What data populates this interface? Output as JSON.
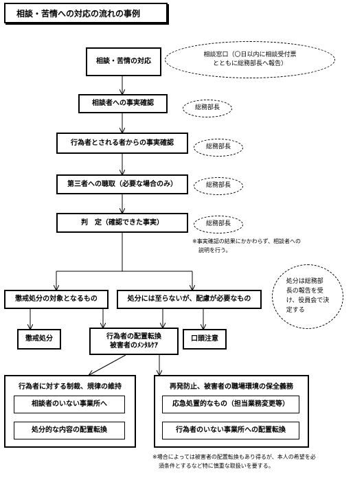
{
  "title": "相談・苦情への対応の流れの事例",
  "steps": {
    "s1": "相談・苦情の対応",
    "s2": "相談者への事実確認",
    "s3": "行為者とされる者からの事実確認",
    "s4": "第三者への聴取（必要な場合のみ）",
    "s5": "判　定（確認できた事実）"
  },
  "ovals": {
    "o1_line1": "相談窓口（〇日以内に相談受付票",
    "o1_line2": "とともに総務部長へ報告）",
    "o2": "総務部長",
    "o3": "総務部長",
    "o4": "総務部長",
    "o5": "総務部長",
    "o6_line1": "処分は総務部",
    "o6_line2": "長の報告を受",
    "o6_line3": "け、役員会で決",
    "o6_line4": "定する"
  },
  "notes": {
    "judge_line1": "※事実確認の結果にかかわらず、相談者への",
    "judge_line2": "説明を行う。",
    "footer_line1": "※場合によっては被害者の配置転換もあり得るが、本人の希望を必",
    "footer_line2": "須条件とするなど特に慎重な取扱いを要する。"
  },
  "branches": {
    "disciplinary": "懲戒処分の対象となるもの",
    "non_disciplinary": "処分には至らないが、配慮が必要なもの"
  },
  "outcomes": {
    "disciplinary_action": "懲戒処分",
    "transfer_line1": "行為者の配置転換",
    "transfer_line2": "被害者のﾒﾝﾀﾙｹｱ",
    "verbal_warning": "口頭注意"
  },
  "left_group": {
    "title": "行為者に対する制裁、規律の維持",
    "item1": "相談者のいない事業所へ",
    "item2": "処分的な内容の配置転換"
  },
  "right_group": {
    "title": "再発防止、被害者の職場環境の保全義務",
    "item1": "応急処置的なもの（担当業務変更等）",
    "item2": "行為者のいない事業所への配置転換"
  }
}
